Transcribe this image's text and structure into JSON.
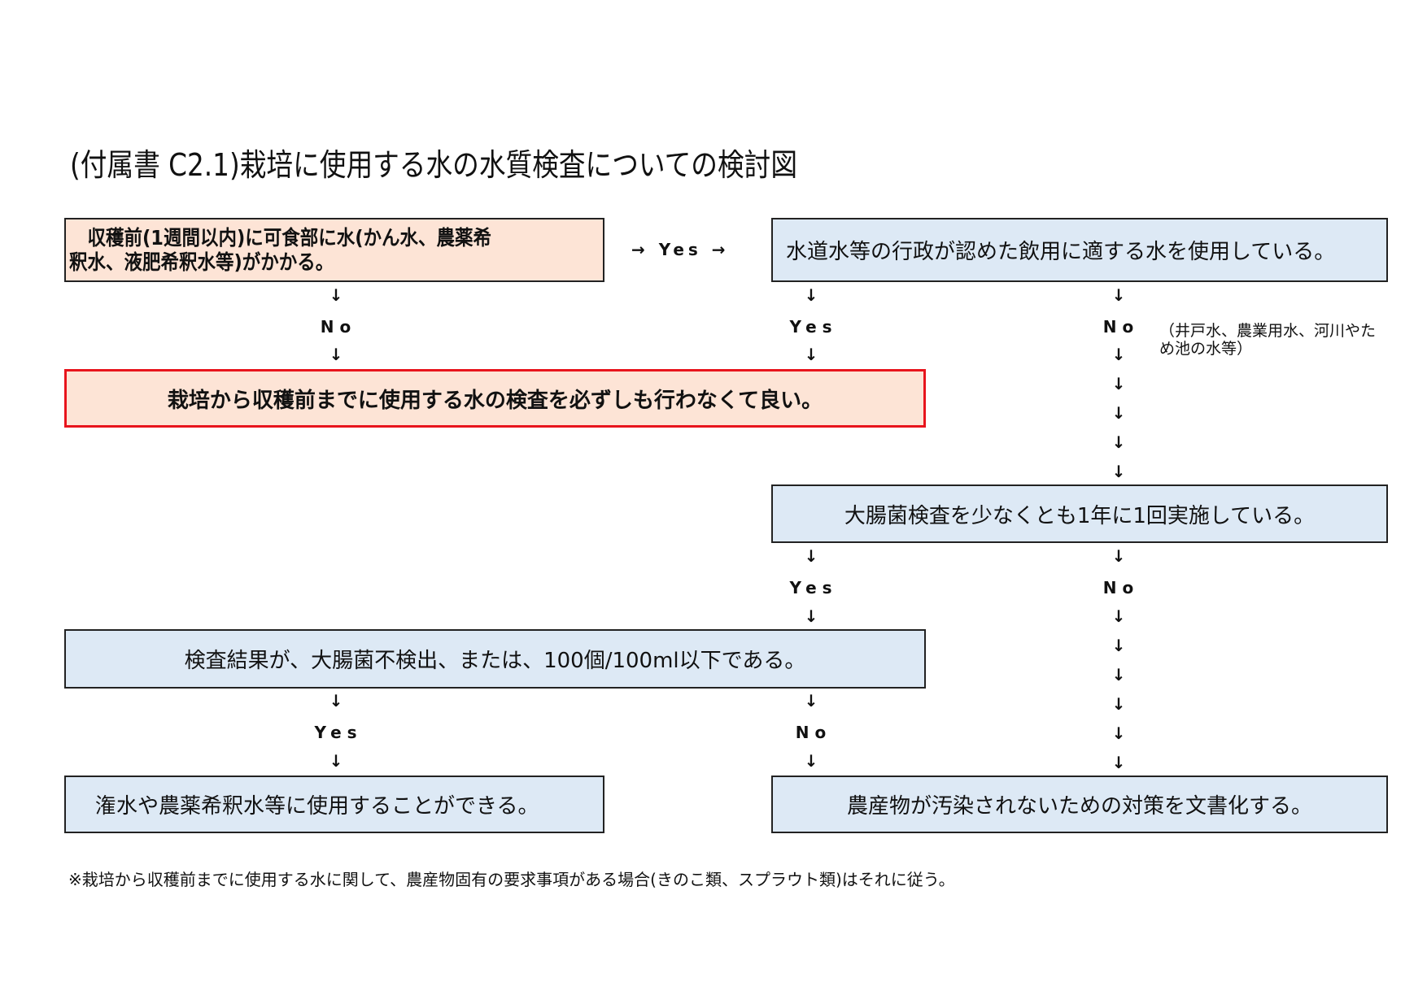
{
  "title": "(付属書 C2.1)栽培に使用する水の水質検査についての検討図",
  "nodes": {
    "q1": {
      "line1": "　収穫前(1週間以内)に可食部に水(かん水、農薬希",
      "line2": "釈水、液肥希釈水等)がかかる。"
    },
    "q2": {
      "text": "水道水等の行政が認めた飲用に適する水を使用している。"
    },
    "r_no_test": {
      "text": "栽培から収穫前までに使用する水の検査を必ずしも行わなくて良い。"
    },
    "q3": {
      "text": "大腸菌検査を少なくとも1年に1回実施している。"
    },
    "q4": {
      "text": "検査結果が、大腸菌不検出、または、100個/100ml以下である。"
    },
    "r_usable": {
      "text": "潅水や農薬希釈水等に使用することができる。"
    },
    "r_document": {
      "text": "農産物が汚染されないための対策を文書化する。"
    }
  },
  "edges": {
    "q1_yes": "→ Yes →",
    "q1_no": "No",
    "q2_yes": "Yes",
    "q2_no": "No",
    "q2_no_note_line1": "（井戸水、農業用水、河川やた",
    "q2_no_note_line2": "め池の水等）",
    "q3_yes": "Yes",
    "q3_no": "No",
    "q4_yes": "Yes",
    "q4_no": "No"
  },
  "arrow_glyph": "↓",
  "footnote": "※栽培から収穫前までに使用する水に関して、農産物固有の要求事項がある場合(きのこ類、スプラウト類)はそれに従う。",
  "colors": {
    "pink_fill": "#fde4d6",
    "blue_fill": "#dde9f5",
    "red_border": "#e8141c",
    "border": "#222222"
  }
}
